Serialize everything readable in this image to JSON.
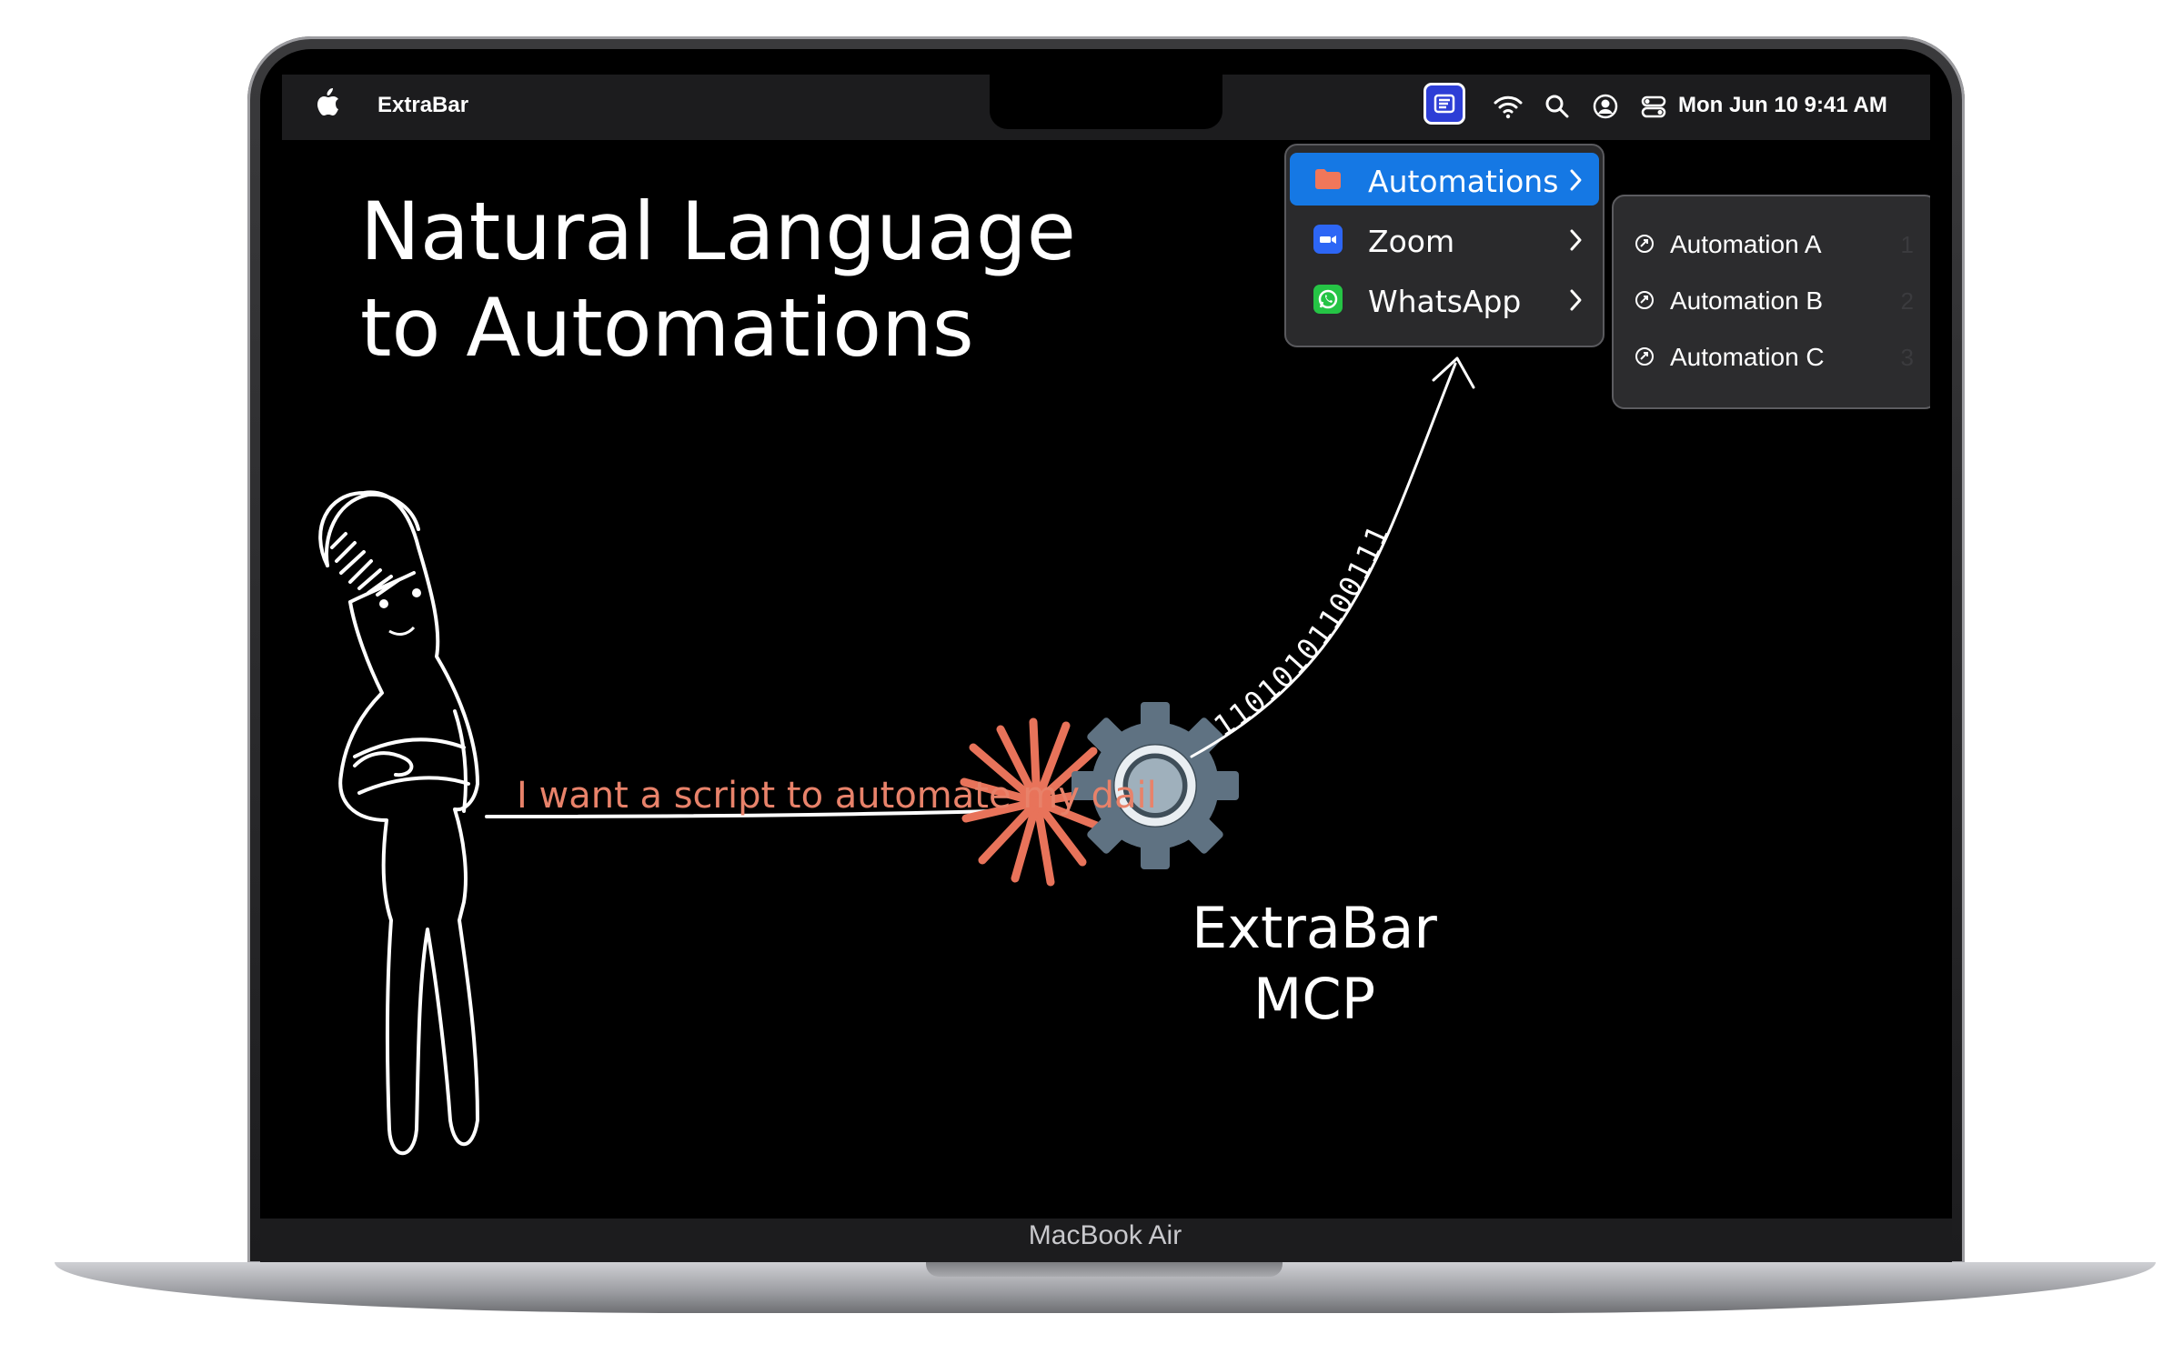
{
  "menubar": {
    "app_name": "ExtraBar",
    "clock": "Mon Jun 10  9:41 AM",
    "icons": [
      "apple-icon",
      "extrabar-menu-icon",
      "wifi-icon",
      "search-icon",
      "user-account-icon",
      "control-center-icon"
    ]
  },
  "slide": {
    "title_line1": "Natural Language",
    "title_line2": "to Automations",
    "speech": "I want a script to automate my daily r",
    "binary": "11010101100111",
    "mcp_line1": "ExtraBar",
    "mcp_line2": "MCP"
  },
  "menu": {
    "items": [
      {
        "label": "Automations",
        "icon": "folder-icon",
        "color": "#f0775a"
      },
      {
        "label": "Zoom",
        "icon": "zoom-icon",
        "color": "#2d66f5"
      },
      {
        "label": "WhatsApp",
        "icon": "whatsapp-icon",
        "color": "#25c445"
      }
    ],
    "selected_index": 0
  },
  "submenu": {
    "items": [
      {
        "label": "Automation A",
        "shortcut": "1"
      },
      {
        "label": "Automation B",
        "shortcut": "2"
      },
      {
        "label": "Automation C",
        "shortcut": "3"
      }
    ]
  },
  "device": {
    "model": "MacBook Air"
  },
  "colors": {
    "accent": "#1578e4",
    "speech": "#e8826a",
    "burst": "#e8735a",
    "gear": "#5f7282"
  }
}
